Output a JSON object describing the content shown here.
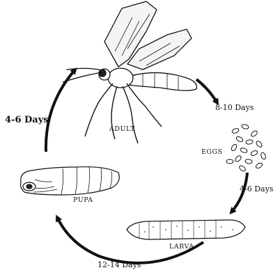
{
  "stages": {
    "adult": "ADULT",
    "eggs": "EGGS",
    "larva": "LARVA",
    "pupa": "PUPA"
  },
  "durations": {
    "adult_to_eggs": "8-10 Days",
    "eggs_to_larva": "4-6 Days",
    "larva_to_pupa": "12-14 Days",
    "pupa_to_adult": "4-6 Days"
  }
}
